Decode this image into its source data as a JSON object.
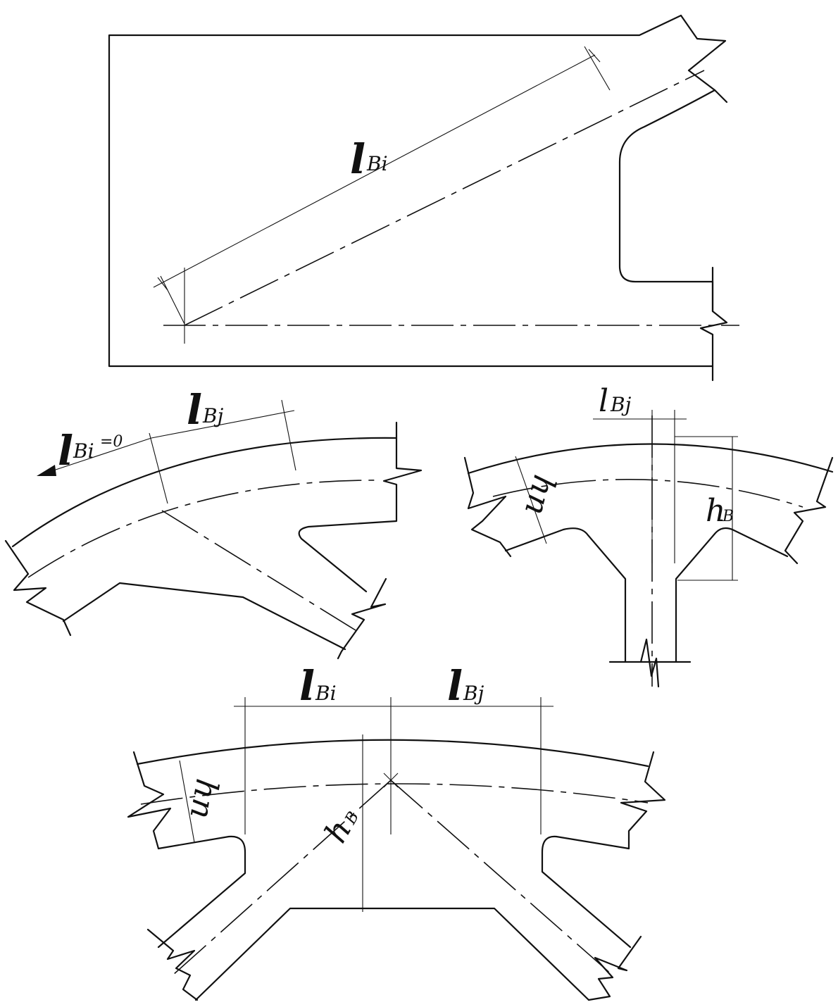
{
  "labels": {
    "top_l": "l",
    "top_sub": "Bi",
    "mid_lbj_l": "l",
    "mid_lbj_sub": "Bj",
    "mid_lbi_l": "l",
    "mid_lbi_sub": "Bi",
    "mid_lbi_eq": "=0",
    "right_lbj_l": "l",
    "right_lbj_sub": "Bj",
    "right_hn": "hn",
    "right_hb_h": "h",
    "right_hb_sub": "B",
    "bot_lbi_l": "l",
    "bot_lbi_sub": "Bi",
    "bot_lbj_l": "l",
    "bot_lbj_sub": "Bj",
    "bot_hn": "hn",
    "bot_hb_h": "h",
    "bot_hb_sub": "B"
  }
}
